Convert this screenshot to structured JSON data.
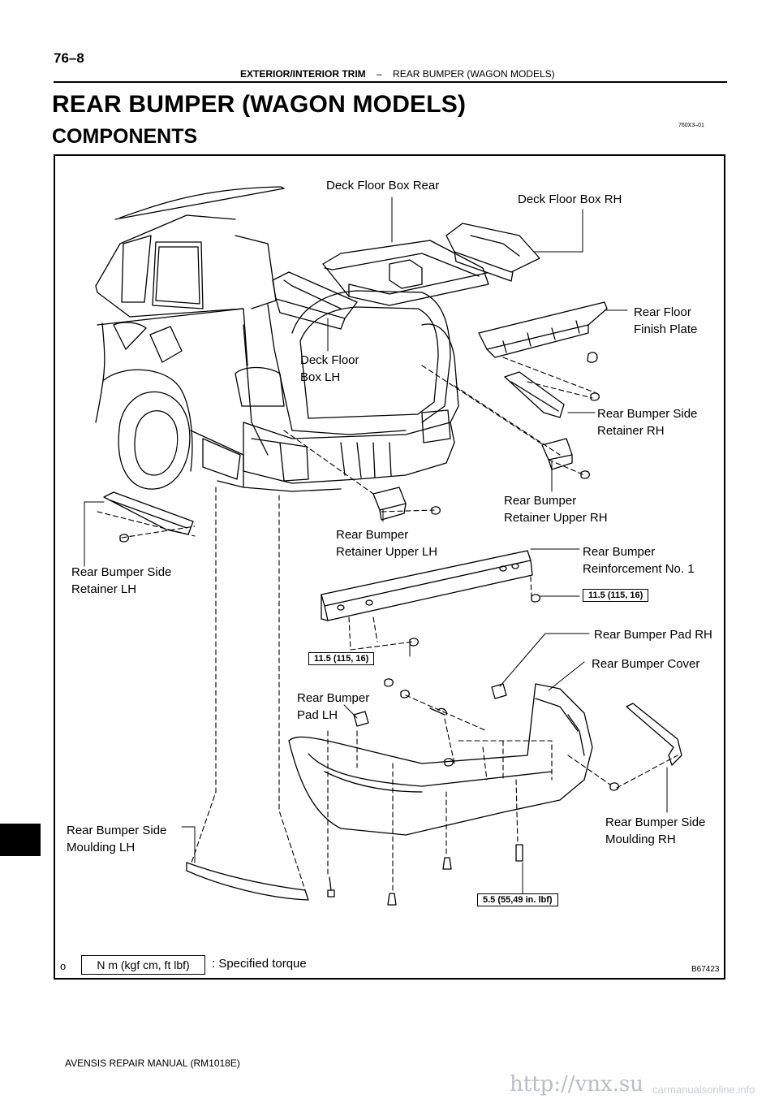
{
  "header": {
    "page_number": "76–8",
    "section": "EXTERIOR/INTERIOR TRIM",
    "separator": "–",
    "subsection": "REAR BUMPER (WAGON MODELS)"
  },
  "title": "REAR BUMPER (WAGON MODELS)",
  "subtitle": "COMPONENTS",
  "doc_code": "760X3–01",
  "labels": {
    "deck_floor_box_rear": "Deck Floor Box Rear",
    "deck_floor_box_rh": "Deck Floor Box RH",
    "rear_floor_finish_plate": "Rear Floor\nFinish Plate",
    "deck_floor_box_lh": "Deck Floor\nBox LH",
    "rear_bumper_side_retainer_rh": "Rear Bumper Side\nRetainer RH",
    "rear_bumper_retainer_upper_rh": "Rear Bumper\nRetainer Upper RH",
    "rear_bumper_retainer_upper_lh": "Rear Bumper\nRetainer Upper LH",
    "rear_bumper_reinforcement": "Rear Bumper\nReinforcement No. 1",
    "rear_bumper_side_retainer_lh": "Rear Bumper Side\nRetainer LH",
    "rear_bumper_pad_rh": "Rear Bumper Pad RH",
    "rear_bumper_cover": "Rear Bumper Cover",
    "rear_bumper_pad_lh": "Rear Bumper\nPad LH",
    "rear_bumper_side_moulding_lh": "Rear Bumper Side\nMoulding LH",
    "rear_bumper_side_moulding_rh": "Rear Bumper Side\nMoulding RH"
  },
  "torques": {
    "reinforcement_rh": "11.5 (115, 16)",
    "reinforcement_lh": "11.5 (115, 16)",
    "cover_bolt": "5.5 (55,49 in. lbf)"
  },
  "legend": {
    "marker": "o",
    "box": "N m (kgf cm, ft lbf)",
    "text": ": Specified torque"
  },
  "figure_code": "B67423",
  "footer": "AVENSIS REPAIR MANUAL   (RM1018E)",
  "watermark": "http://vnx.su",
  "watermark2": "carmanualsonline.info"
}
